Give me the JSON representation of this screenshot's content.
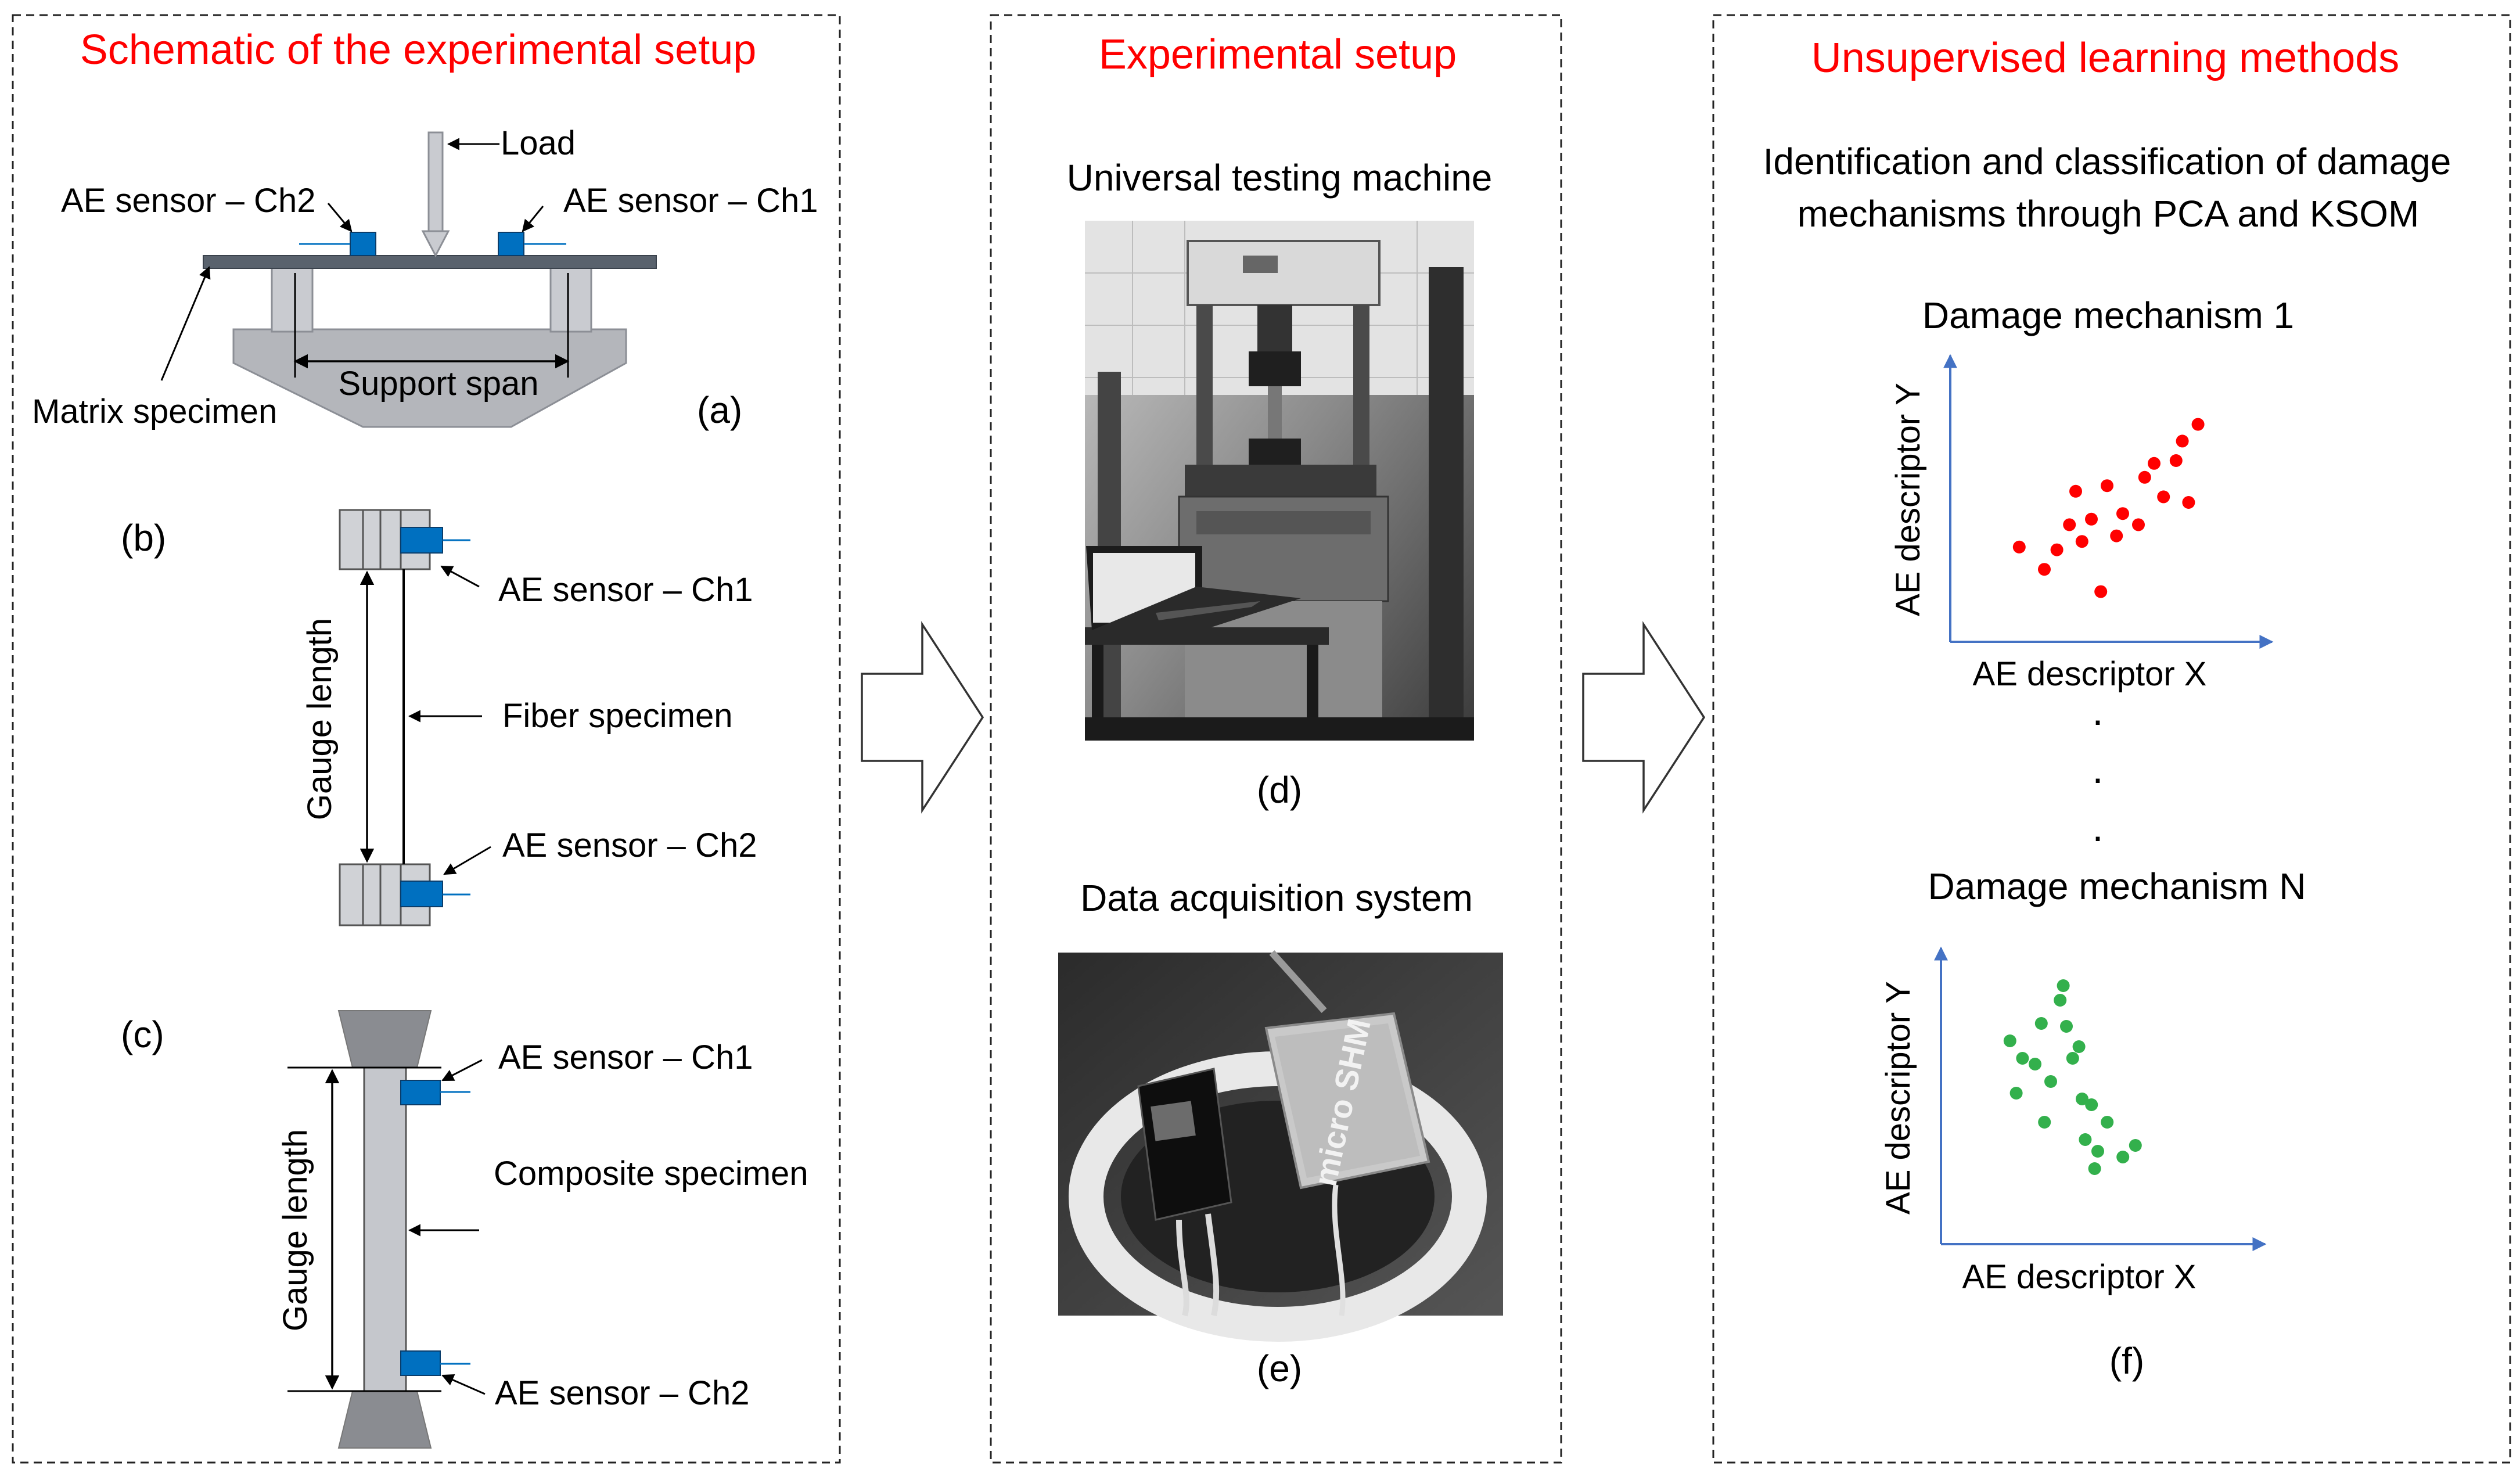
{
  "panels": [
    {
      "title": "Schematic of the experimental setup"
    },
    {
      "title": "Experimental setup"
    },
    {
      "title": "Unsupervised learning methods"
    }
  ],
  "schematic": {
    "load": "Load",
    "ae_ch1": "AE sensor – Ch1",
    "ae_ch2": "AE sensor – Ch2",
    "matrix_specimen": "Matrix specimen",
    "support_span": "Support span",
    "label_a": "(a)",
    "label_b": "(b)",
    "label_c": "(c)",
    "gauge_length": "Gauge length",
    "fiber_specimen": "Fiber specimen",
    "composite_specimen": "Composite specimen"
  },
  "setup": {
    "utm_title": "Universal testing machine",
    "label_d": "(d)",
    "daq_title": "Data acquisition system",
    "label_e": "(e)",
    "daq_brand": "micro SHM"
  },
  "unsupervised": {
    "description_line1": "Identification and classification of damage",
    "description_line2": "mechanisms through PCA and KSOM",
    "mech1_title": "Damage mechanism 1",
    "mechN_title": "Damage mechanism N",
    "x_label": "AE descriptor X",
    "y_label": "AE descriptor Y",
    "ellipsis": ".",
    "label_f": "(f)"
  },
  "colors": {
    "title_red": "#ff0000",
    "sensor_blue": "#0070c0",
    "axis_blue": "#4472c4",
    "cluster1": "#ff0000",
    "clusterN": "#33b04c"
  },
  "scatter1": {
    "x": [
      2.2,
      3.0,
      3.8,
      3.4,
      4.0,
      4.5,
      4.2,
      5.0,
      5.5,
      5.3,
      6.2,
      6.0,
      6.8,
      6.5,
      7.2,
      7.6,
      7.9,
      7.4,
      4.8
    ],
    "y": [
      3.4,
      2.6,
      4.2,
      3.3,
      5.4,
      4.4,
      3.6,
      5.6,
      4.6,
      3.8,
      5.9,
      4.2,
      5.2,
      6.4,
      6.5,
      5.0,
      7.8,
      7.2,
      1.8
    ]
  },
  "scatterN": {
    "x": [
      2.2,
      2.4,
      3.0,
      2.6,
      3.2,
      3.5,
      3.8,
      4.0,
      4.2,
      4.5,
      3.3,
      4.8,
      4.6,
      5.3,
      5.0,
      5.8,
      6.2,
      4.9,
      3.9,
      4.4
    ],
    "y": [
      7.0,
      5.2,
      6.2,
      6.4,
      7.6,
      5.6,
      8.4,
      7.5,
      6.4,
      5.0,
      4.2,
      4.8,
      3.6,
      4.2,
      3.2,
      3.0,
      3.4,
      2.6,
      8.9,
      6.8
    ]
  }
}
